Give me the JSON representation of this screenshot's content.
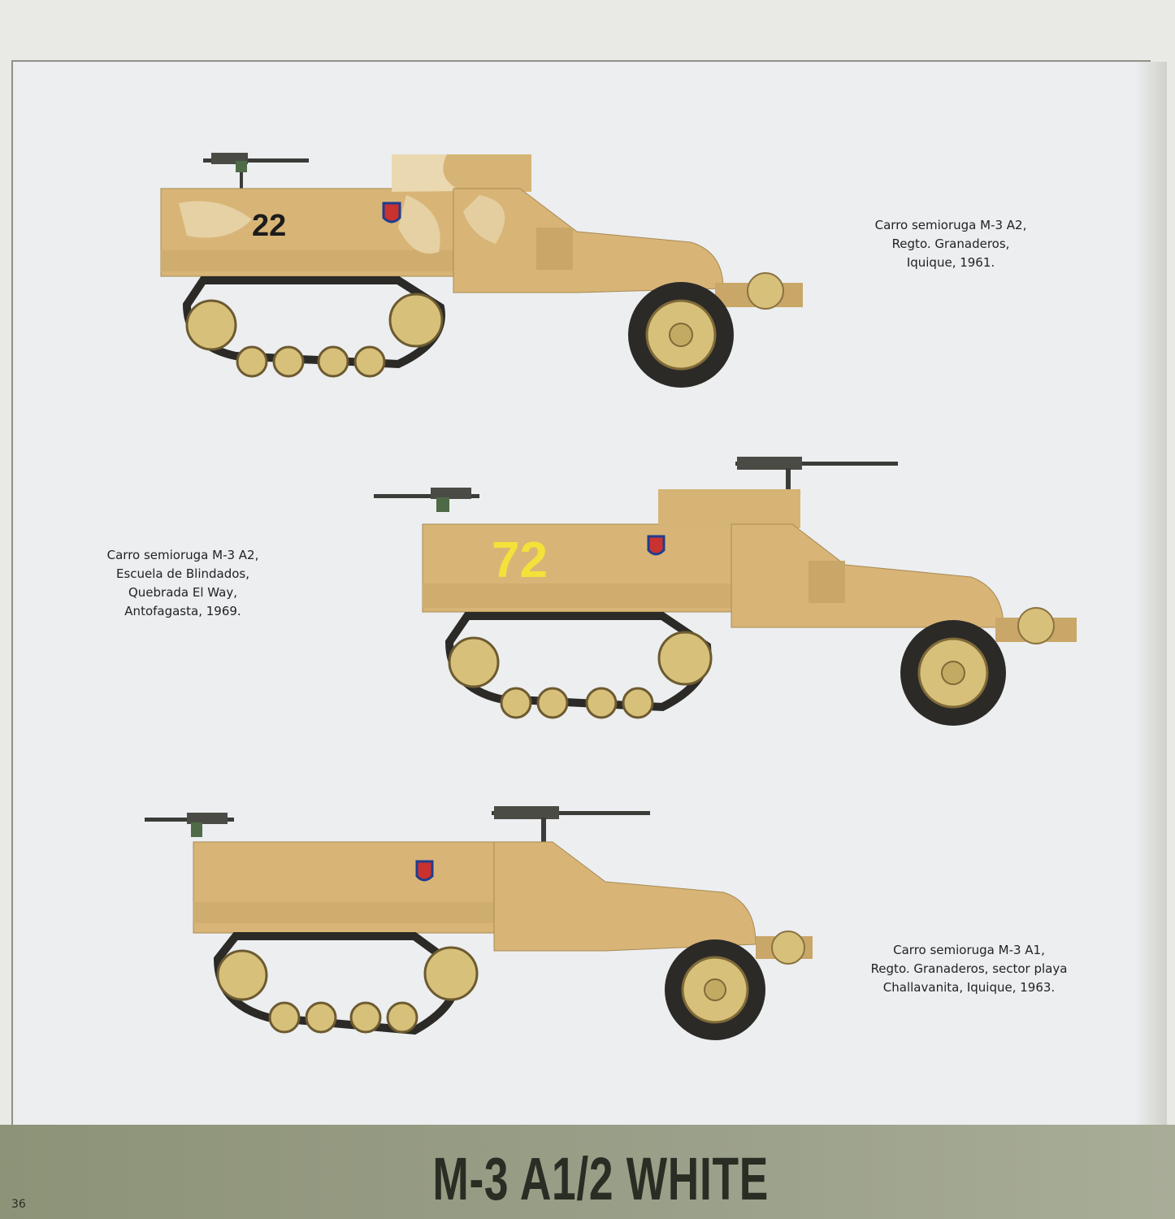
{
  "captions": {
    "vehicle1": [
      "Carro semioruga M-3 A2,",
      "Regto. Granaderos,",
      "Iquique, 1961."
    ],
    "vehicle2": [
      "Carro semioruga M-3 A2,",
      "Escuela de Blindados,",
      "Quebrada El Way,",
      "Antofagasta, 1969."
    ],
    "vehicle3": [
      "Carro semioruga M-3 A1,",
      "Regto. Granaderos, sector playa",
      "Challavanita, Iquique, 1963."
    ]
  },
  "markings": {
    "vehicle1_number": "22",
    "vehicle2_number": "72"
  },
  "footer": {
    "title": "M-3 A1/2 WHITE",
    "page_number": "36"
  },
  "colors": {
    "sand": "#d8b577",
    "sand_dark": "#b8955a",
    "camo_light": "#ead8b0",
    "wheel": "#d7c07a",
    "track": "#2b2a27",
    "number_black": "#1c1c1c",
    "number_yellow": "#f2e23a",
    "footer_band": "#959a80"
  }
}
